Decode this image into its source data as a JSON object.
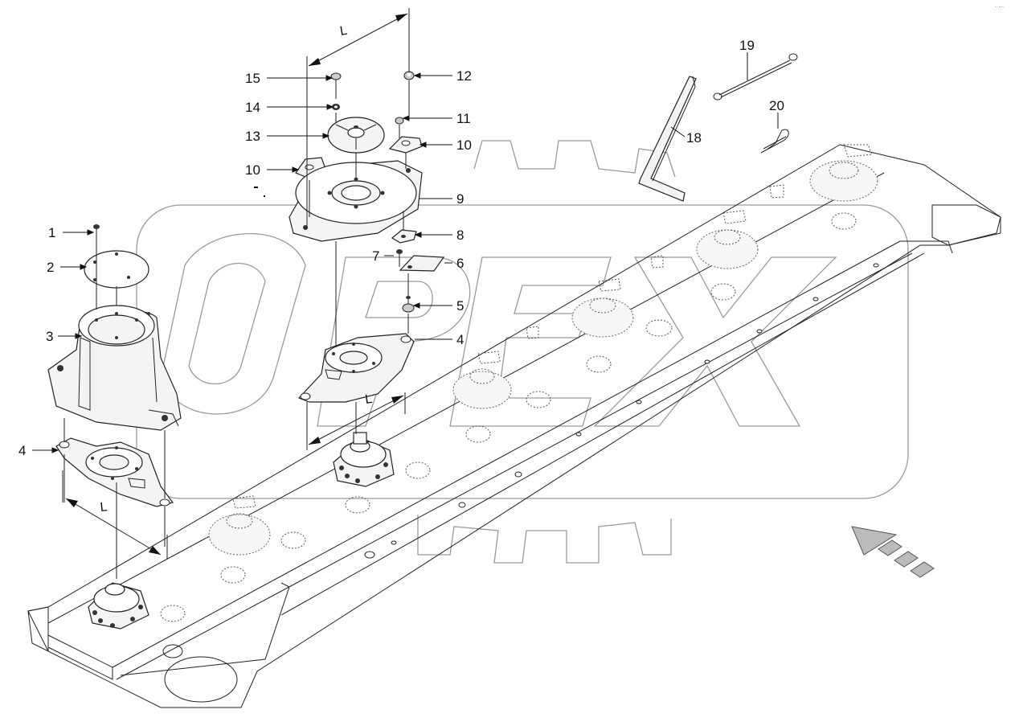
{
  "diagram": {
    "watermark_text": "OPEX",
    "corner_mark": "· ···",
    "dimension_label": "L",
    "callouts": [
      {
        "id": "c1",
        "text": "1"
      },
      {
        "id": "c2",
        "text": "2"
      },
      {
        "id": "c3",
        "text": "3"
      },
      {
        "id": "c4a",
        "text": "4"
      },
      {
        "id": "c4b",
        "text": "4"
      },
      {
        "id": "c5",
        "text": "5"
      },
      {
        "id": "c6",
        "text": "6"
      },
      {
        "id": "c7",
        "text": "7"
      },
      {
        "id": "c8",
        "text": "8"
      },
      {
        "id": "c9",
        "text": "9"
      },
      {
        "id": "c10a",
        "text": "10"
      },
      {
        "id": "c10b",
        "text": "10"
      },
      {
        "id": "c11",
        "text": "11"
      },
      {
        "id": "c12",
        "text": "12"
      },
      {
        "id": "c13",
        "text": "13"
      },
      {
        "id": "c14",
        "text": "14"
      },
      {
        "id": "c15",
        "text": "15"
      },
      {
        "id": "c18",
        "text": "18"
      },
      {
        "id": "c19",
        "text": "19"
      },
      {
        "id": "c20",
        "text": "20"
      }
    ],
    "colors": {
      "line": "#222222",
      "watermark": "#9a9a9a",
      "background": "#ffffff"
    }
  }
}
